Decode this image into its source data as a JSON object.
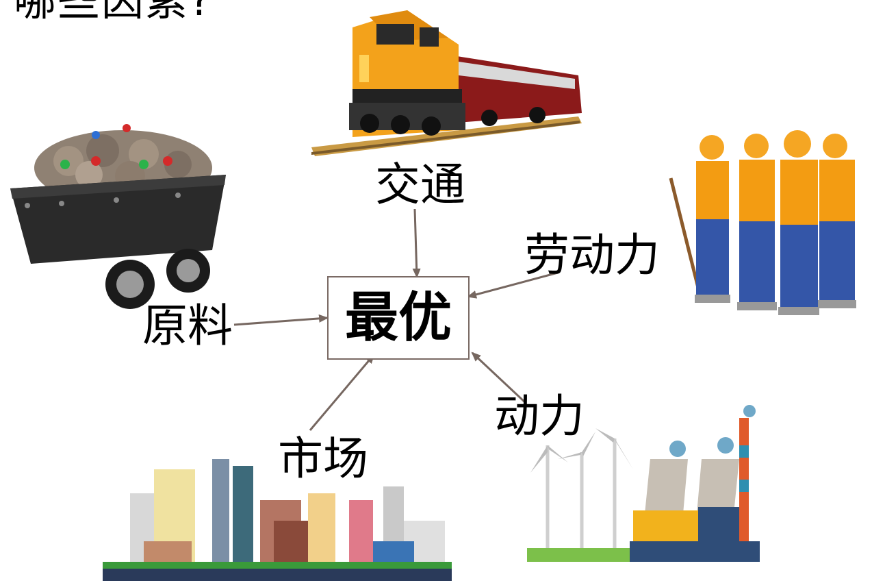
{
  "title": "哪些因素?",
  "center": "最优",
  "factors": {
    "transport": "交通",
    "labor": "劳动力",
    "raw_material": "原料",
    "power": "动力",
    "market": "市场"
  },
  "colors": {
    "arrow": "#766760",
    "box_border": "#7a6a64"
  }
}
